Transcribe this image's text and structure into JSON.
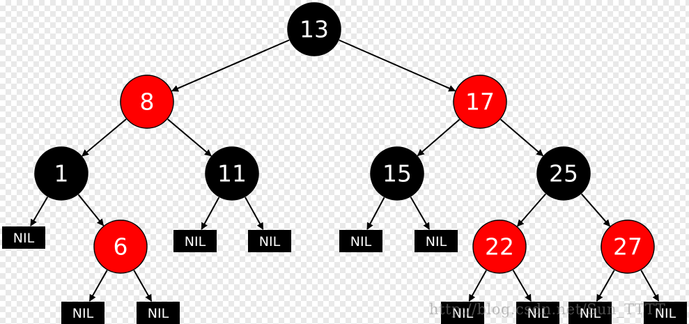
{
  "colors": {
    "black_node": "#000000",
    "red_node": "#ff0000",
    "edge": "#000000",
    "label": "#ffffff"
  },
  "nodes": [
    {
      "id": "n13",
      "label": "13",
      "color": "black"
    },
    {
      "id": "n8",
      "label": "8",
      "color": "red"
    },
    {
      "id": "n17",
      "label": "17",
      "color": "red"
    },
    {
      "id": "n1",
      "label": "1",
      "color": "black"
    },
    {
      "id": "n11",
      "label": "11",
      "color": "black"
    },
    {
      "id": "n15",
      "label": "15",
      "color": "black"
    },
    {
      "id": "n25",
      "label": "25",
      "color": "black"
    },
    {
      "id": "n6",
      "label": "6",
      "color": "red"
    },
    {
      "id": "n22",
      "label": "22",
      "color": "red"
    },
    {
      "id": "n27",
      "label": "27",
      "color": "red"
    }
  ],
  "nil_label": "NIL",
  "nils": [
    "nil1l",
    "nil11l",
    "nil11r",
    "nil15l",
    "nil15r",
    "nil6l",
    "nil6r",
    "nil22l",
    "nil22r",
    "nil27l",
    "nil27r"
  ],
  "edges": [
    [
      "n13",
      "n8"
    ],
    [
      "n13",
      "n17"
    ],
    [
      "n8",
      "n1"
    ],
    [
      "n8",
      "n11"
    ],
    [
      "n17",
      "n15"
    ],
    [
      "n17",
      "n25"
    ],
    [
      "n1",
      "nil1l"
    ],
    [
      "n1",
      "n6"
    ],
    [
      "n11",
      "nil11l"
    ],
    [
      "n11",
      "nil11r"
    ],
    [
      "n15",
      "nil15l"
    ],
    [
      "n15",
      "nil15r"
    ],
    [
      "n25",
      "n22"
    ],
    [
      "n25",
      "n27"
    ],
    [
      "n6",
      "nil6l"
    ],
    [
      "n6",
      "nil6r"
    ],
    [
      "n22",
      "nil22l"
    ],
    [
      "n22",
      "nil22r"
    ],
    [
      "n27",
      "nil27l"
    ],
    [
      "n27",
      "nil27r"
    ]
  ],
  "watermark": "http://blog.csdn.net/Sun_TTTT"
}
